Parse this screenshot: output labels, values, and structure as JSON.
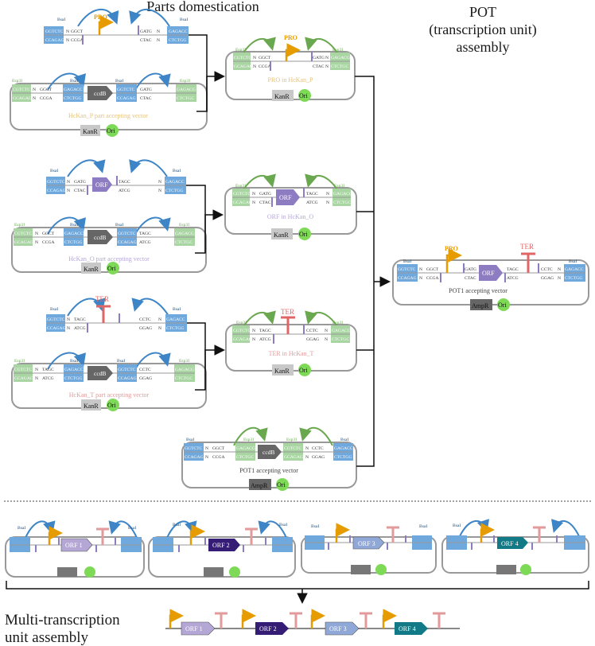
{
  "headings": {
    "parts_domestication": "Parts domestication",
    "pot_line1": "POT",
    "pot_line2": "(transcription unit)",
    "pot_line3": "assembly",
    "multi_line1": "Multi-transcription",
    "multi_line2": "unit assembly"
  },
  "enzymes": {
    "bsai": "BsaI",
    "esp3i": "Esp3I"
  },
  "seq": {
    "ggtctc": "GGTCTC",
    "ccagag": "CCAGAG",
    "gagacc": "GAGACC",
    "ctctgg": "CTCTGG",
    "cgtctc": "CGTCTC",
    "gcagag": "GCAGAG",
    "gagacg": "GAGACG",
    "ctctgc": "CTCTGC",
    "ggct": "GGCT",
    "ccga": "CCGA",
    "gatg": "GATG",
    "ctac": "CTAC",
    "tagc": "TAGC",
    "atcg": "ATCG",
    "cctc": "CCTC",
    "ggag": "GGAG",
    "n": "N"
  },
  "parts": {
    "pro": "PRO",
    "orf": "ORF",
    "ter": "TER",
    "ccdb": "ccdB",
    "kanr": "KanR",
    "ampr": "AmpR",
    "ori": "Ori"
  },
  "vectors": {
    "hckan_p": "HcKan_P part accepting vector",
    "hckan_o": "HcKan_O part accepting vector",
    "hckan_t": "HcKan_T part accepting vector",
    "pro_in": "PRO in HcKan_P",
    "orf_in": "ORF in HcKan_O",
    "ter_in": "TER in HcKan_T",
    "pot1": "POT1 accepting vector",
    "pot1_result": "POT1 accepting vector"
  },
  "orfs": [
    "ORF 1",
    "ORF 2",
    "ORF 3",
    "ORF 4"
  ],
  "colors": {
    "blue_box": "#6fa8dc",
    "green_box": "#a8d5a2",
    "green_ori": "#7ed957",
    "orange": "#e69b00",
    "purple": "#8e7cc3",
    "red": "#e06666",
    "gray": "#999999",
    "arrow_blue": "#3d85c6",
    "arrow_green": "#6aa84f"
  }
}
